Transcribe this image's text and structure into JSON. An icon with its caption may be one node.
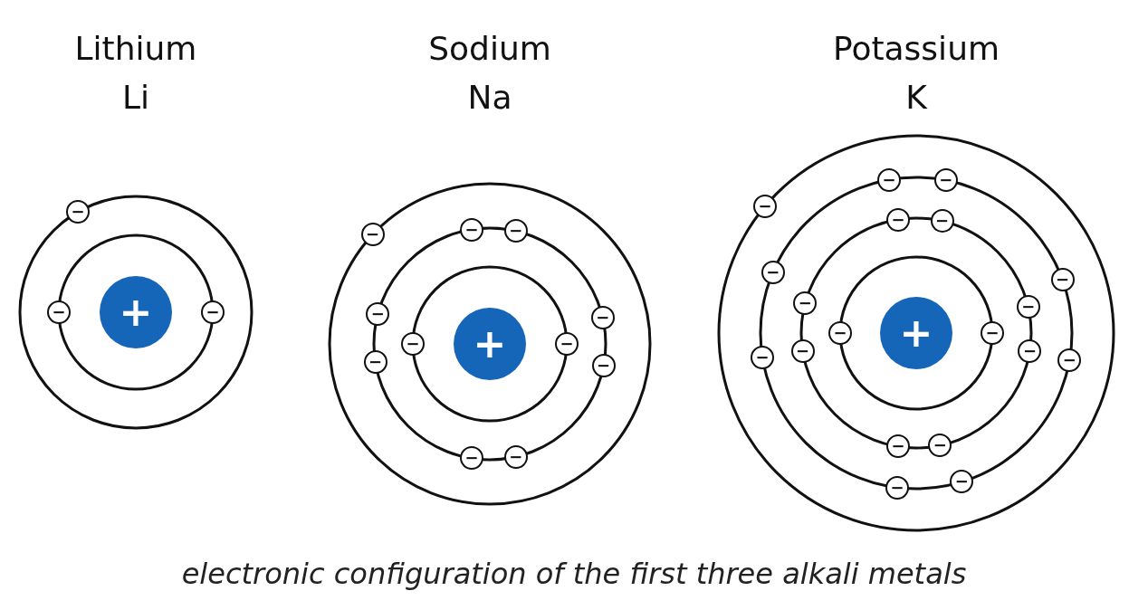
{
  "diagram": {
    "caption": "electronic configuration of the first three alkali metals",
    "nodes": [
      {
        "text": [
          "Lithium",
          "Li"
        ]
      },
      {
        "text": [
          "+"
        ],
        "in": 0
      },
      {
        "text": [
          "−"
        ],
        "in": 0
      },
      {
        "text": [
          "−"
        ],
        "in": 0
      },
      {
        "text": [
          "−"
        ],
        "in": 0
      },
      {
        "text": [
          "Sodium",
          "Na"
        ]
      },
      {
        "text": [
          "+"
        ],
        "in": 5
      },
      {
        "text": [
          "−"
        ],
        "in": 5
      },
      {
        "text": [
          "−"
        ],
        "in": 5
      },
      {
        "text": [
          "−"
        ],
        "in": 5
      },
      {
        "text": [
          "−"
        ],
        "in": 5
      },
      {
        "text": [
          "−"
        ],
        "in": 5
      },
      {
        "text": [
          "−"
        ],
        "in": 5
      },
      {
        "text": [
          "−"
        ],
        "in": 5
      },
      {
        "text": [
          "−"
        ],
        "in": 5
      },
      {
        "text": [
          "−"
        ],
        "in": 5
      },
      {
        "text": [
          "−"
        ],
        "in": 5
      },
      {
        "text": [
          "−"
        ],
        "in": 5
      },
      {
        "text": [
          "Potassium",
          "K"
        ]
      },
      {
        "text": [
          "+"
        ],
        "in": 18
      },
      {
        "text": [
          "−"
        ],
        "in": 18
      },
      {
        "text": [
          "−"
        ],
        "in": 18
      },
      {
        "text": [
          "−"
        ],
        "in": 18
      },
      {
        "text": [
          "−"
        ],
        "in": 18
      },
      {
        "text": [
          "−"
        ],
        "in": 18
      },
      {
        "text": [
          "−"
        ],
        "in": 18
      },
      {
        "text": [
          "−"
        ],
        "in": 18
      },
      {
        "text": [
          "−"
        ],
        "in": 18
      },
      {
        "text": [
          "−"
        ],
        "in": 18
      },
      {
        "text": [
          "−"
        ],
        "in": 18
      },
      {
        "text": [
          "−"
        ],
        "in": 18
      },
      {
        "text": [
          "−"
        ],
        "in": 18
      },
      {
        "text": [
          "−"
        ],
        "in": 18
      },
      {
        "text": [
          "−"
        ],
        "in": 18
      },
      {
        "text": [
          "−"
        ],
        "in": 18
      },
      {
        "text": [
          "−"
        ],
        "in": 18
      },
      {
        "text": [
          "−"
        ],
        "in": 18
      },
      {
        "text": [
          "−"
        ],
        "in": 18
      },
      {
        "text": [
          "−"
        ],
        "in": 18
      }
    ]
  }
}
